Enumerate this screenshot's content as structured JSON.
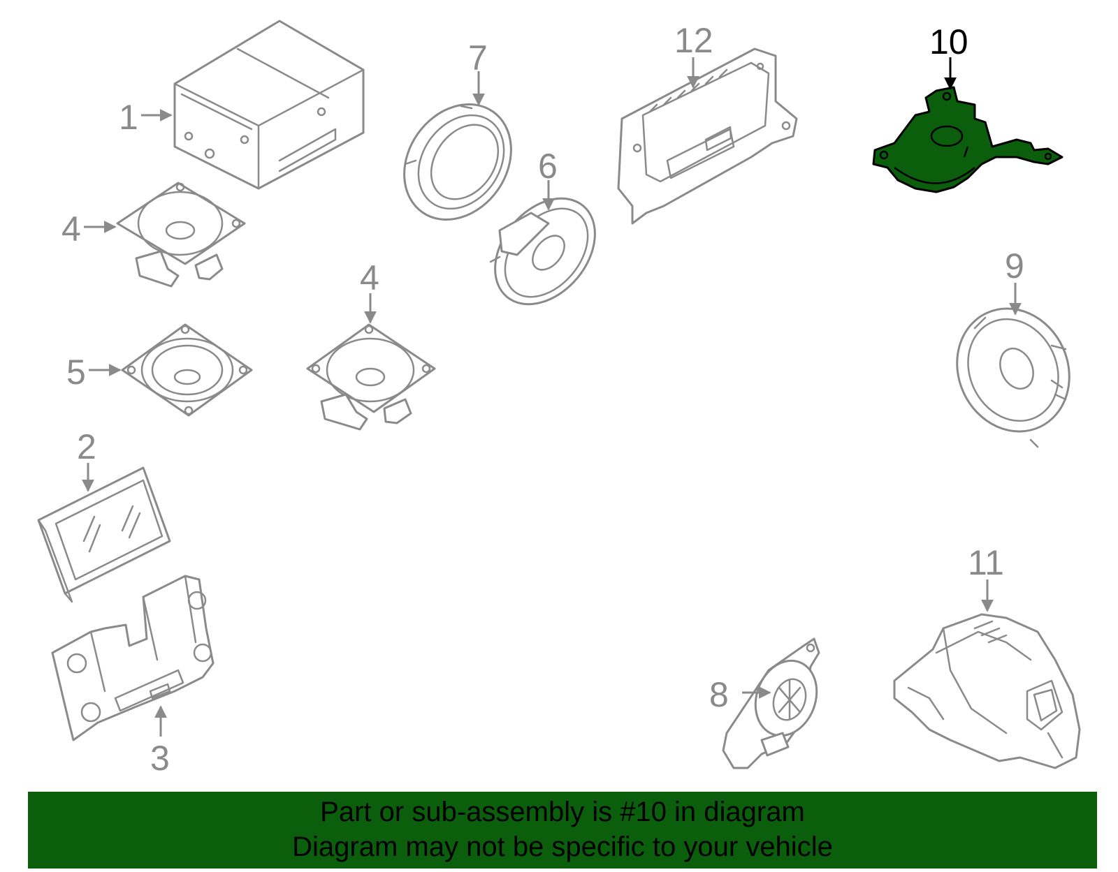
{
  "colors": {
    "highlight": "#0b5e0b",
    "part_stroke": "#8a8a8a",
    "caption_bg": "#0b5e0b"
  },
  "callouts": {
    "c1": "1",
    "c2": "2",
    "c3": "3",
    "c4a": "4",
    "c4b": "4",
    "c5": "5",
    "c6": "6",
    "c7": "7",
    "c8": "8",
    "c9": "9",
    "c10": "10",
    "c11": "11",
    "c12": "12"
  },
  "highlighted_part": "10",
  "caption": {
    "line1": "Part or sub-assembly is #10 in diagram",
    "line2": "Diagram may not be specific to your vehicle"
  }
}
